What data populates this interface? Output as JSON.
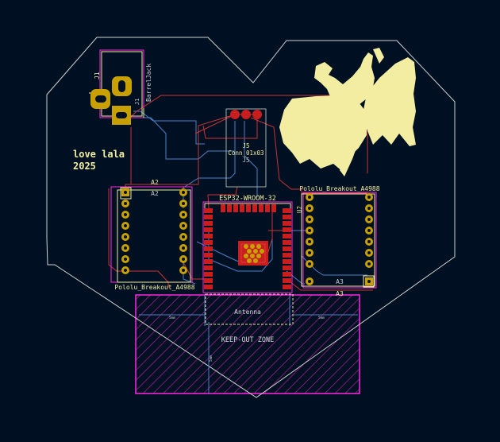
{
  "board": {
    "text_line1": "love lala",
    "text_line2": "2025"
  },
  "j1": {
    "ref": "J1",
    "value": "BarrelJack",
    "ref2": "J1"
  },
  "j5": {
    "ref": "J5",
    "value": "Conn_01x03",
    "ref2": "J5"
  },
  "a2": {
    "ref": "A2",
    "ref2": "A2",
    "value": "Pololu_Breakout_A4988"
  },
  "a3": {
    "ref": "A3",
    "ref2": "A3",
    "value": "Pololu_Breakout_A4988"
  },
  "u2": {
    "ref": "U2",
    "value": "ESP32-WROOM-32",
    "antenna_label": "Antenna",
    "dim_left": "5mm",
    "dim_right": "5mm",
    "dim_vert": "5mm"
  },
  "keepout": {
    "label": "KEEP-OUT ZONE"
  },
  "colors": {
    "background": "#001023",
    "edge_cuts": "#d0d2cd",
    "silkscreen": "#f2eda1",
    "courtyard": "#ff26e2",
    "pad": "#c8a000",
    "trace_front": "#c83434",
    "trace_back": "#4d7fc4",
    "smd_pad": "#c81e1e"
  }
}
